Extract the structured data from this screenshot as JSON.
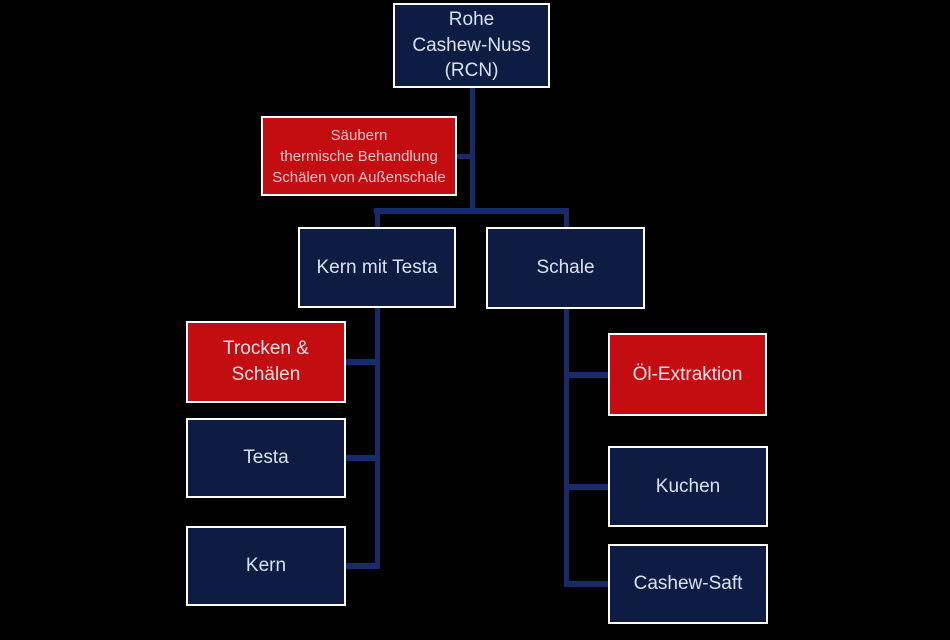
{
  "diagram_type": "flowchart",
  "language": "de",
  "nodes": {
    "rcn": {
      "label": "Rohe\nCashew-Nuss\n(RCN)",
      "type": "material"
    },
    "saeubern": {
      "label": "Säubern\nthermische Behandlung\nSchälen von Außenschale",
      "type": "process"
    },
    "kern_mit_testa": {
      "label": "Kern mit Testa",
      "type": "material"
    },
    "schale": {
      "label": "Schale",
      "type": "material"
    },
    "trocken_schaelen": {
      "label": "Trocken &\nSchälen",
      "type": "process"
    },
    "testa": {
      "label": "Testa",
      "type": "material"
    },
    "kern": {
      "label": "Kern",
      "type": "material"
    },
    "oel_extraktion": {
      "label": "Öl-Extraktion",
      "type": "process"
    },
    "kuchen": {
      "label": "Kuchen",
      "type": "material"
    },
    "cashew_saft": {
      "label": "Cashew-Saft",
      "type": "material"
    }
  },
  "edges": [
    {
      "from": "rcn",
      "to": "kern_mit_testa",
      "via": "saeubern"
    },
    {
      "from": "rcn",
      "to": "schale",
      "via": "saeubern"
    },
    {
      "from": "kern_mit_testa",
      "to": "trocken_schaelen"
    },
    {
      "from": "kern_mit_testa",
      "to": "testa"
    },
    {
      "from": "kern_mit_testa",
      "to": "kern"
    },
    {
      "from": "schale",
      "to": "oel_extraktion"
    },
    {
      "from": "schale",
      "to": "kuchen"
    },
    {
      "from": "schale",
      "to": "cashew_saft"
    }
  ],
  "colors": {
    "background": "#000000",
    "navy_fill": "#0e1b42",
    "red_fill": "#c30d11",
    "box_border": "#ffffff",
    "connector": "#182b68",
    "text_on_navy": "#d8e2f3",
    "text_on_red": "#f2dfe3",
    "text_on_red_muted": "#edc3c9"
  }
}
